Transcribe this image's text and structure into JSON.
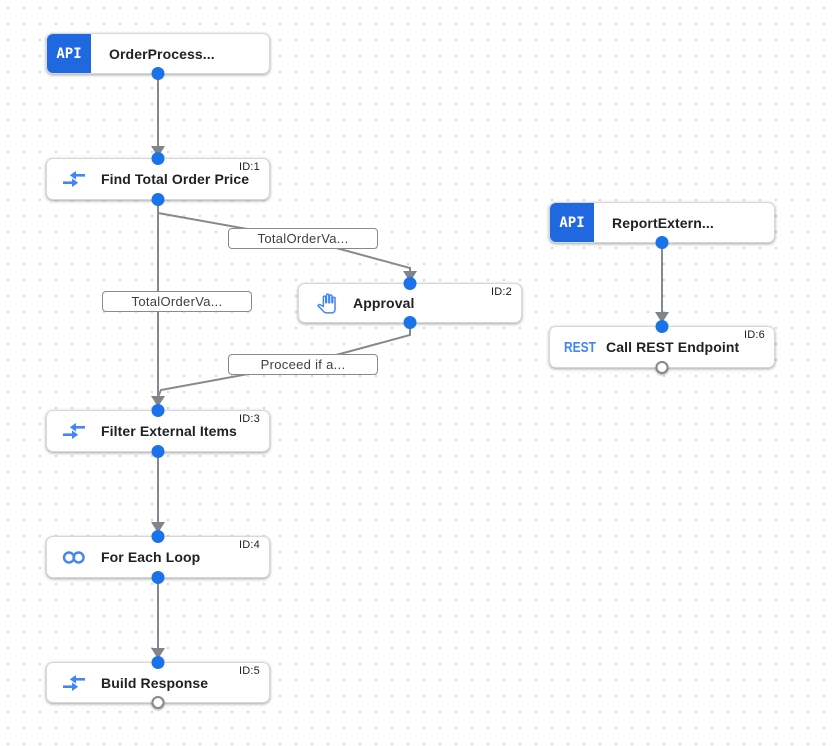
{
  "colors": {
    "accent_blue": "#1f68e0",
    "port_blue": "#1a73e8",
    "icon_blue": "#4285f4",
    "edge_gray": "#868a90",
    "node_border": "#d5d8dd",
    "grid_dot": "#d8d8d8"
  },
  "nodes": [
    {
      "key": "order-process-trigger",
      "kind": "api-trigger",
      "badge": "API",
      "label": "OrderProcess...",
      "id_label": ""
    },
    {
      "key": "find-total-order-price",
      "kind": "task",
      "icon": "data-mapping-icon",
      "label": "Find Total Order Price",
      "id_label": "ID:1"
    },
    {
      "key": "approval",
      "kind": "task",
      "icon": "hand-icon",
      "label": "Approval",
      "id_label": "ID:2"
    },
    {
      "key": "filter-external-items",
      "kind": "task",
      "icon": "data-mapping-icon",
      "label": "Filter External Items",
      "id_label": "ID:3"
    },
    {
      "key": "for-each-loop",
      "kind": "task",
      "icon": "infinity-icon",
      "label": "For Each Loop",
      "id_label": "ID:4"
    },
    {
      "key": "build-response",
      "kind": "task",
      "icon": "data-mapping-icon",
      "label": "Build Response",
      "id_label": "ID:5"
    },
    {
      "key": "report-extern-trigger",
      "kind": "api-trigger",
      "badge": "API",
      "label": "ReportExtern...",
      "id_label": ""
    },
    {
      "key": "call-rest-endpoint",
      "kind": "task",
      "icon": "rest-icon",
      "icon_text": "REST",
      "label": "Call REST Endpoint",
      "id_label": "ID:6"
    }
  ],
  "edge_labels": [
    {
      "key": "find-to-approval",
      "text": "TotalOrderVa..."
    },
    {
      "key": "find-to-filter",
      "text": "TotalOrderVa..."
    },
    {
      "key": "approval-to-filter",
      "text": "Proceed if a..."
    }
  ]
}
